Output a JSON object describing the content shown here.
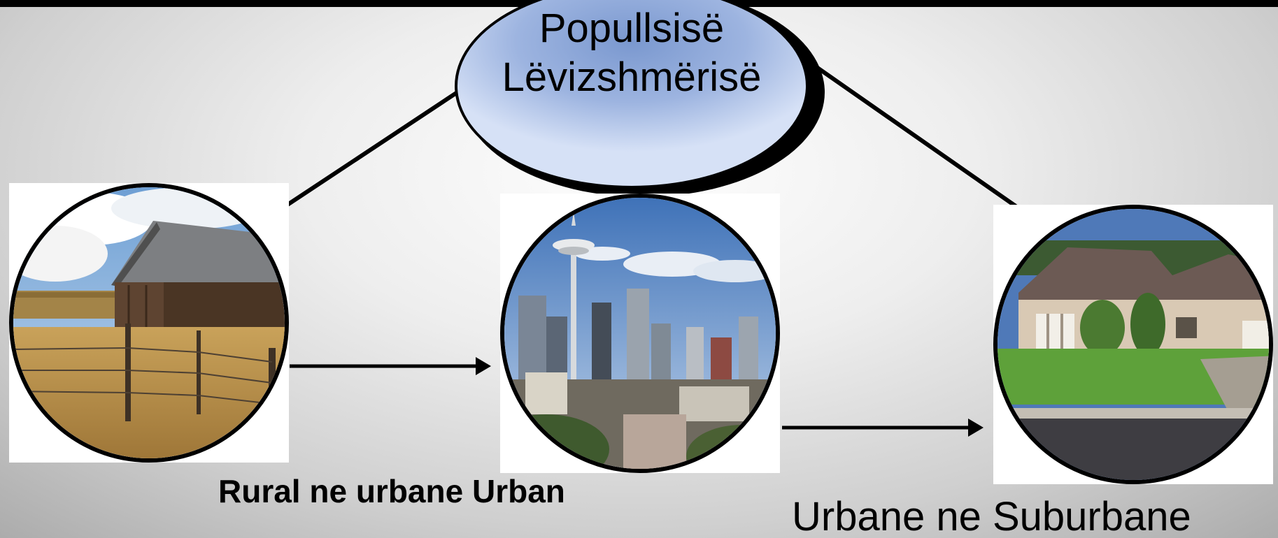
{
  "diagram": {
    "center_label_line1": "Popullsisë",
    "center_label_line2": "Lëvizshmërisë",
    "label_rural_to_urban": "Rural ne urbane Urban",
    "label_urban_to_suburban": "Urbane ne Suburbane"
  },
  "images": {
    "rural": "barn-field-photo",
    "urban": "city-skyline-photo",
    "suburban": "suburban-house-photo"
  },
  "colors": {
    "bubble_fill": "#9db4e0",
    "outline": "#000000"
  }
}
